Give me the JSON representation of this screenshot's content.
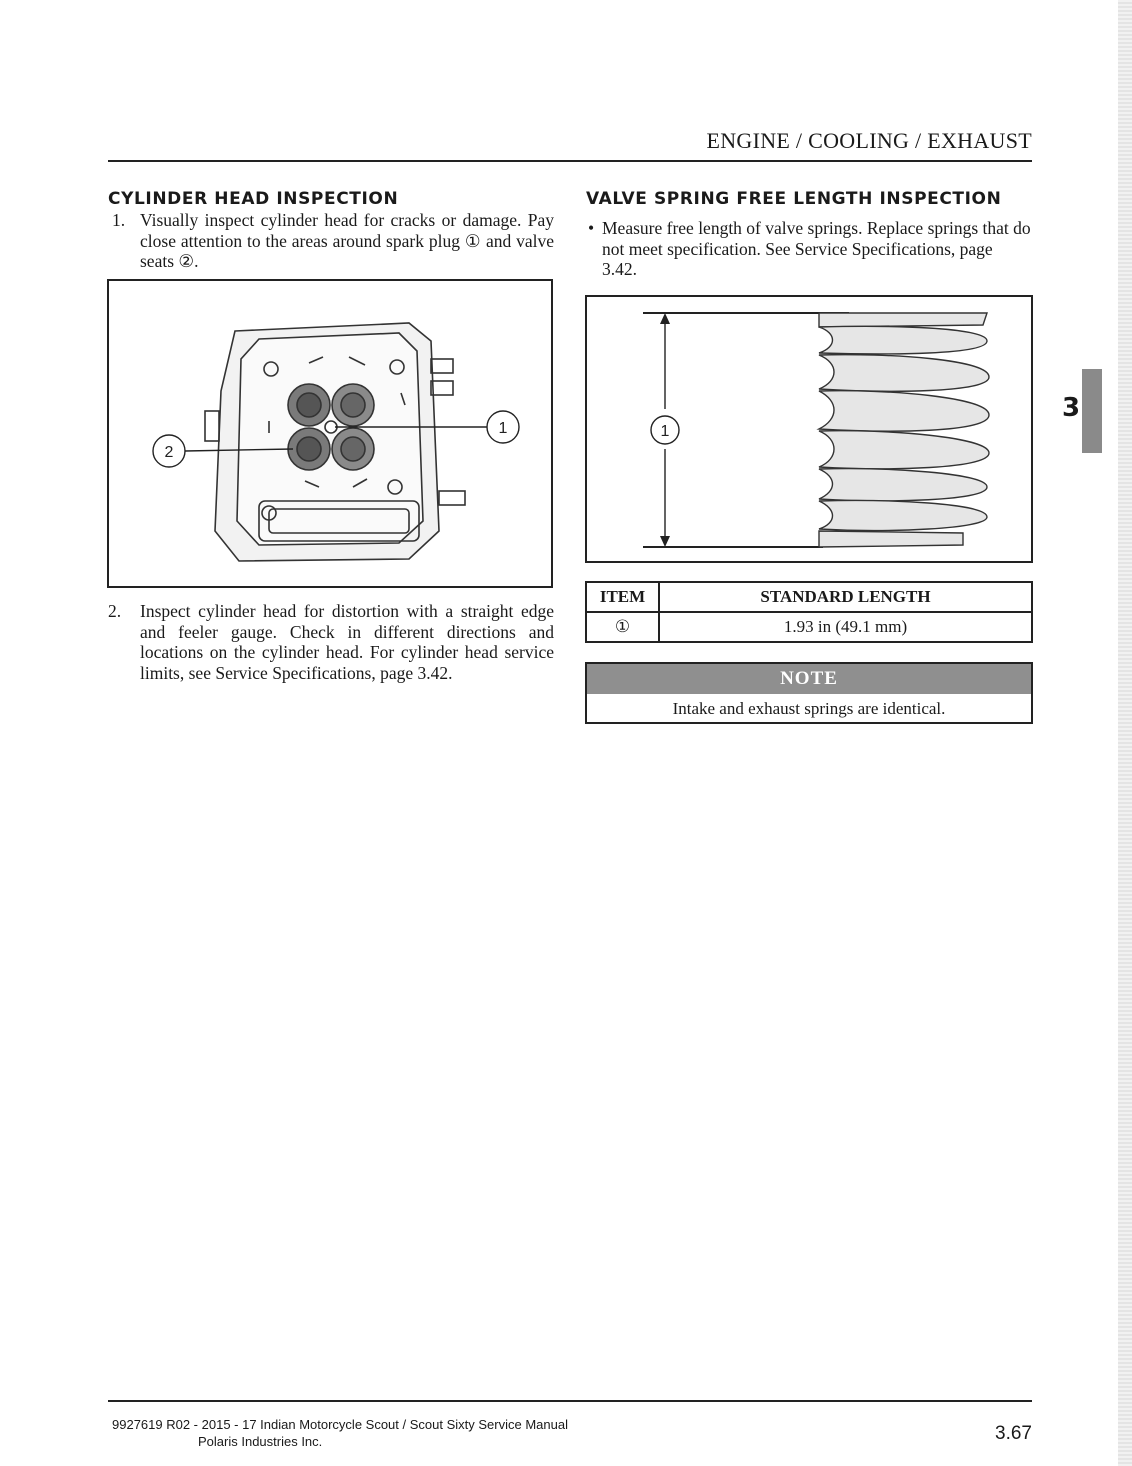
{
  "header": {
    "section": "ENGINE / COOLING / EXHAUST"
  },
  "left": {
    "heading": "CYLINDER HEAD INSPECTION",
    "steps": [
      {
        "num": "1.",
        "text": "Visually inspect cylinder head for cracks or damage. Pay close attention to the areas around spark plug ① and valve seats ②."
      },
      {
        "num": "2.",
        "text": "Inspect cylinder head for distortion with a straight edge and feeler gauge. Check in different directions and locations on the cylinder head. For cylinder head service limits, see Service Specifications, page 3.42."
      }
    ],
    "figure": {
      "callouts": [
        "1",
        "2"
      ]
    }
  },
  "right": {
    "heading": "VALVE SPRING FREE LENGTH INSPECTION",
    "bullet": "Measure free length of valve springs. Replace springs that do not meet specification. See Service Specifications, page 3.42.",
    "figure": {
      "callouts": [
        "1"
      ]
    },
    "table": {
      "headers": [
        "ITEM",
        "STANDARD LENGTH"
      ],
      "rows": [
        {
          "item": "①",
          "value": "1.93 in (49.1 mm)"
        }
      ]
    },
    "note": {
      "title": "NOTE",
      "text": "Intake and exhaust springs are identical."
    }
  },
  "side_tab": {
    "chapter": "3"
  },
  "footer": {
    "line1": "9927619 R02 - 2015 - 17 Indian Motorcycle Scout / Scout Sixty Service Manual",
    "line2": "Polaris Industries Inc.",
    "page_number": "3.67"
  }
}
